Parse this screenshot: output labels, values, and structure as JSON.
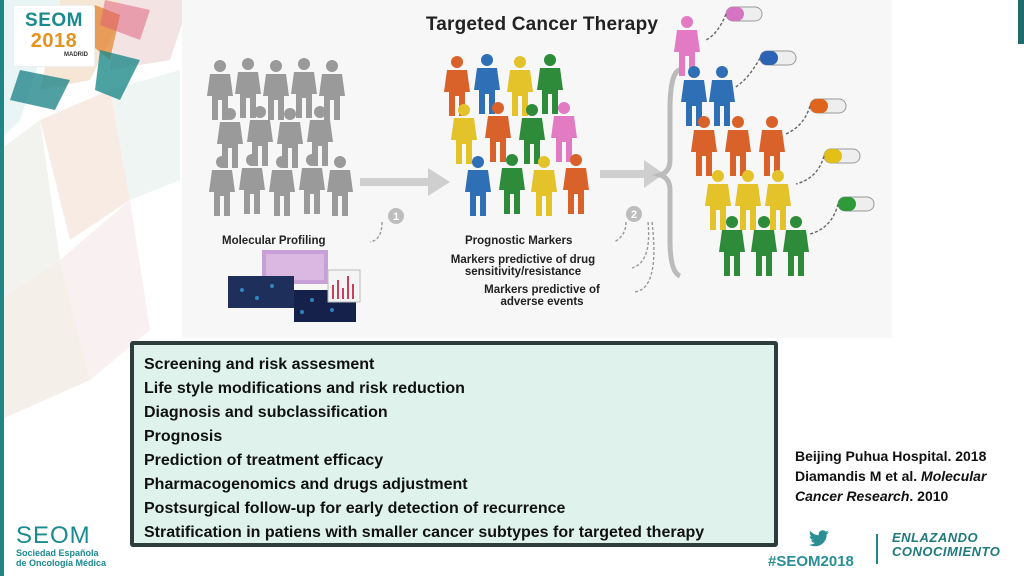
{
  "branding": {
    "badge_line1": "SEOM",
    "badge_line2": "2018",
    "badge_line3": "MADRID",
    "seom_logo_line1": "SEOM",
    "seom_logo_line2": "Sociedad Española",
    "seom_logo_line3": "de Oncología Médica",
    "hashtag": "#SEOM2018",
    "slogan_line1": "ENLAZANDO",
    "slogan_line2": "CONOCIMIENTO"
  },
  "figure": {
    "title": "Targeted Cancer Therapy",
    "step1_number": "1",
    "step2_number": "2",
    "label_molecular_profiling": "Molecular Profiling",
    "label_prognostic_markers": "Prognostic Markers",
    "label_markers_drug_line1": "Markers predictive of drug",
    "label_markers_drug_line2": "sensitivity/resistance",
    "label_markers_adverse_line1": "Markers predictive of",
    "label_markers_adverse_line2": "adverse events"
  },
  "applications": [
    "Screening and risk assesment",
    "Life style modifications and risk reduction",
    "Diagnosis and subclassification",
    "Prognosis",
    "Prediction of treatment efficacy",
    "Pharmacogenomics and drugs adjustment",
    "Postsurgical follow-up for early detection of recurrence",
    "Stratification in patiens with smaller cancer subtypes for targeted  therapy"
  ],
  "references": {
    "ref1": "Beijing Puhua Hospital. 2018",
    "ref2_authors": "Diamandis M et al. ",
    "ref2_journal": "Molecular Cancer Research",
    "ref2_year": ". 2010"
  },
  "colors": {
    "accent_teal": "#1a8a8f",
    "accent_orange": "#e39320",
    "box_fill": "#dff3ec",
    "box_border": "#2c3d3b"
  }
}
